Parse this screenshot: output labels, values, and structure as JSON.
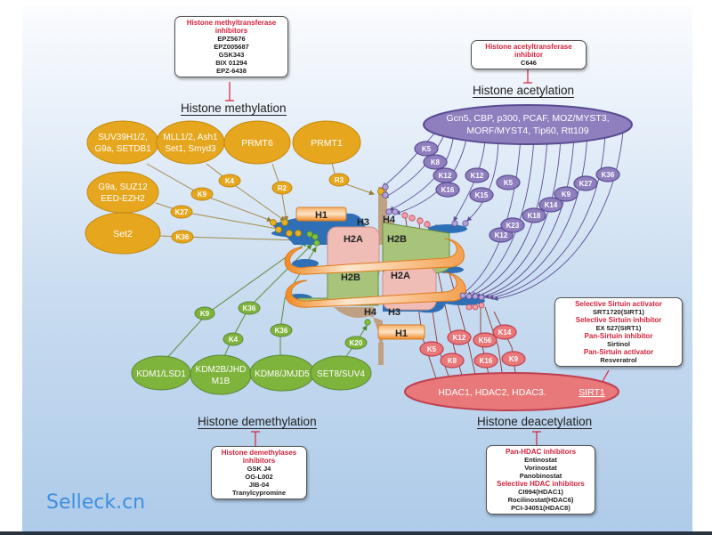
{
  "colors": {
    "methylation": "#e6a61e",
    "acetylation": "#8f7fbe",
    "demethylation": "#7eb33c",
    "deacetylation": "#e8787a",
    "inhibitor_title": "#d3213b",
    "brand": "#3d8fe0"
  },
  "methylation": {
    "title": "Histone methylation",
    "inhibitor_box": {
      "title": "Histone methyltransferase inhibitors",
      "items": [
        "EPZ5676",
        "EPZ005687",
        "GSK343",
        "BIX 01294",
        "EPZ-6438"
      ]
    },
    "enzymes": [
      {
        "lines": [
          "SUV39H1/2,",
          "G9a, SETDB1"
        ],
        "mark": "K9"
      },
      {
        "lines": [
          "MLL1/2, Ash1",
          "Set1, Smyd3"
        ],
        "mark": "K4"
      },
      {
        "lines": [
          "PRMT6"
        ],
        "mark": "R2"
      },
      {
        "lines": [
          "PRMT1"
        ],
        "mark": "R3"
      },
      {
        "lines": [
          "G9a, SUZ12",
          "EED-EZH2"
        ],
        "mark": "K27"
      },
      {
        "lines": [
          "Set2"
        ],
        "mark": "K36"
      }
    ]
  },
  "acetylation": {
    "title": "Histone acetylation",
    "inhibitor_box": {
      "title": "Histone acetyltransferase inhibitor",
      "items": [
        "C646"
      ]
    },
    "enzymes_lines": [
      "Gcn5, CBP, p300, PCAF, MOZ/MYST3,",
      "MORF/MYST4, Tip60, Rtt109"
    ],
    "marks": [
      "K5",
      "K8",
      "K12",
      "K16",
      "K12",
      "K15",
      "K5",
      "K12",
      "K23",
      "K18",
      "K14",
      "K9",
      "K27",
      "K36"
    ]
  },
  "demethylation": {
    "title": "Histone demethylation",
    "inhibitor_box": {
      "title": "Histone demethylases inhibitors",
      "items": [
        "GSK J4",
        "OG-L002",
        "JIB-04",
        "Tranylcypromine"
      ]
    },
    "enzymes": [
      {
        "lines": [
          "KDM1/LSD1"
        ],
        "marks": [
          "K9"
        ]
      },
      {
        "lines": [
          "KDM2B/JHD",
          "M1B"
        ],
        "marks": [
          "K36",
          "K4"
        ]
      },
      {
        "lines": [
          "KDM8/JMJD5"
        ],
        "marks": [
          "K36"
        ]
      },
      {
        "lines": [
          "SET8/SUV4"
        ],
        "marks": [
          "K20"
        ]
      }
    ]
  },
  "deacetylation": {
    "title": "Histone deacetylation",
    "enzymes_text": "HDAC1, HDAC2, HDAC3.",
    "sirt_text": "SIRT1",
    "marks": [
      "K5",
      "K8",
      "K12",
      "K16",
      "K56",
      "K9",
      "K14"
    ],
    "inhibitor_box": {
      "groups": [
        {
          "title": "Pan-HDAC inhibitors",
          "items": [
            "Entinostat",
            "Vorinostat",
            "Panobinostat"
          ]
        },
        {
          "title": "Selective HDAC inhibitors",
          "items": [
            "CI994(HDAC1)",
            "Rocilinostat(HDAC6)",
            "PCI-34051(HDAC8)"
          ]
        }
      ]
    },
    "sirtuin_box": {
      "groups": [
        {
          "title": "Selective Sirtuin activator",
          "items": [
            "SRT1720(SIRT1)"
          ]
        },
        {
          "title": "Selective Sirtuin inhibitor",
          "items": [
            "EX 527(SIRT1)"
          ]
        },
        {
          "title": "Pan-Sirtuin inhibitor",
          "items": [
            "Sirtinol"
          ]
        },
        {
          "title": "Pan-Sirtuin activator",
          "items": [
            "Resveratrol"
          ]
        }
      ]
    }
  },
  "nucleosome": {
    "histones": [
      "H1",
      "H3",
      "H4",
      "H2A",
      "H2B",
      "H2B",
      "H2A",
      "H4",
      "H3",
      "H1"
    ]
  },
  "brand": "Selleck.cn"
}
